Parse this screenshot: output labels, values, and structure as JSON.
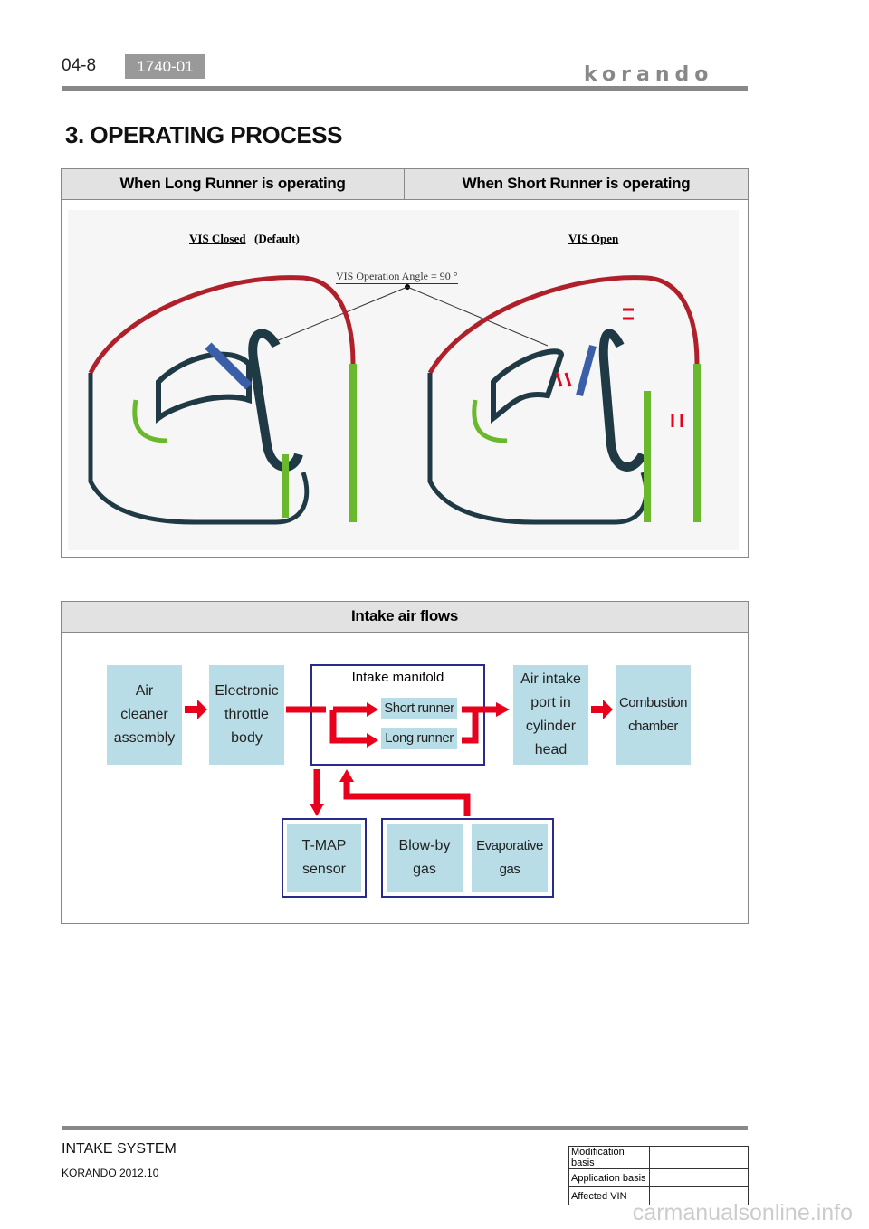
{
  "header": {
    "page_number": "04-8",
    "section_code": "1740-01",
    "brand_logo": "korando"
  },
  "title": "3. OPERATING PROCESS",
  "operating_table": {
    "headers": [
      "When Long Runner is operating",
      "When Short Runner is operating"
    ],
    "diagram": {
      "left_label": "VIS Closed",
      "left_suffix": "(Default)",
      "right_label": "VIS Open",
      "angle_label": "VIS Operation Angle = 90 °"
    }
  },
  "flow": {
    "header": "Intake air flows",
    "air_cleaner": "Air\ncleaner\nassembly",
    "throttle": "Electronic\nthrottle\nbody",
    "manifold": "Intake manifold",
    "short_runner": "Short runner",
    "long_runner": "Long runner",
    "port": "Air intake\nport in\ncylinder\nhead",
    "combustion": "Combustion\nchamber",
    "tmap": "T-MAP\nsensor",
    "blowby": "Blow-by\ngas",
    "evap": "Evaporative\ngas",
    "arrow_color": "#e8001c"
  },
  "footer": {
    "system": "INTAKE SYSTEM",
    "model": "KORANDO 2012.10",
    "table": [
      "Modification basis",
      "Application basis",
      "Affected VIN"
    ]
  },
  "watermark": "carmanualsonline.info"
}
